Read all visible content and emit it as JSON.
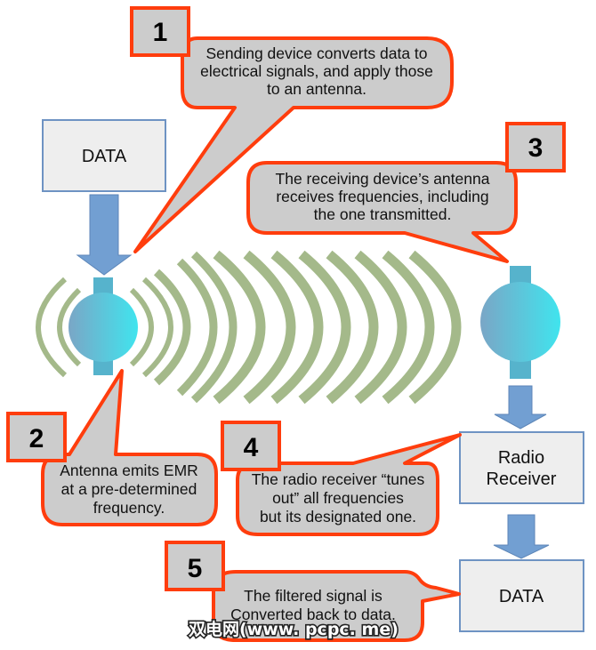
{
  "diagram": {
    "title": "How radio transmission works",
    "boxes": {
      "source_data": "DATA",
      "radio_receiver_line1": "Radio",
      "radio_receiver_line2": "Receiver",
      "output_data": "DATA"
    },
    "steps": [
      {
        "number": "1",
        "lines": [
          "Sending device converts data to",
          "electrical signals, and apply those",
          "to an antenna."
        ]
      },
      {
        "number": "2",
        "lines": [
          "Antenna emits EMR",
          "at a pre-determined",
          "frequency."
        ]
      },
      {
        "number": "3",
        "lines": [
          "The receiving device’s antenna",
          "receives frequencies, including",
          "the one transmitted."
        ]
      },
      {
        "number": "4",
        "lines": [
          "The radio receiver “tunes",
          "out” all frequencies",
          "but its designated one."
        ]
      },
      {
        "number": "5",
        "lines": [
          "The filtered signal is",
          "Converted back to data."
        ]
      }
    ],
    "icons": {
      "transmit_antenna": "antenna-icon",
      "receive_antenna": "antenna-icon",
      "radio_waves": "radio-waves-icon",
      "flow_arrow": "arrow-down-icon"
    },
    "colors": {
      "callout_fill": "#cccccc",
      "callout_border": "#ff3d0d",
      "wave": "#a4b98a",
      "arrow": "#729fd2",
      "box_border": "#6e93c3",
      "antenna_left": "#7aa6c6",
      "antenna_right": "#40e4ee"
    },
    "watermark": "双电网(www. pcpc. me)"
  }
}
